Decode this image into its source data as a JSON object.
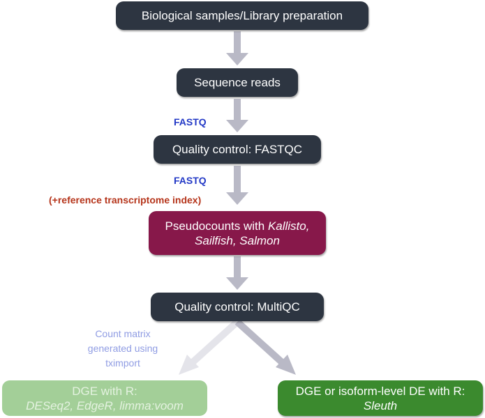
{
  "nodes": {
    "samples": "Biological samples/Library preparation",
    "reads": "Sequence reads",
    "qc_fastqc": "Quality control: FASTQC",
    "pseudo": {
      "prefix": "Pseudocounts with ",
      "kallisto": "Kallisto,",
      "tools_line2": "Sailfish, Salmon"
    },
    "qc_multiqc": "Quality control: MultiQC",
    "dge_r": {
      "line1": "DGE with R:",
      "line2": "DESeq2, EdgeR, limma:voom"
    },
    "isoform": {
      "line1": "DGE or isoform-level DE with R:",
      "line2": "Sleuth"
    }
  },
  "labels": {
    "fastq_1": "FASTQ",
    "fastq_2": "FASTQ",
    "reference": "(+reference transcriptome index)",
    "count_matrix": [
      "Count matrix",
      "generated using",
      "tximport"
    ]
  },
  "colors": {
    "dark_node": "#2d3541",
    "pseudocount_node": "#87184a",
    "sleuth_node": "#3b8a2e",
    "faded_node": "#a3cf98",
    "arrow": "#b9b9c6",
    "format_label": "#2238c6",
    "reference_label": "#b5341a",
    "count_label": "#8f9ce3"
  }
}
